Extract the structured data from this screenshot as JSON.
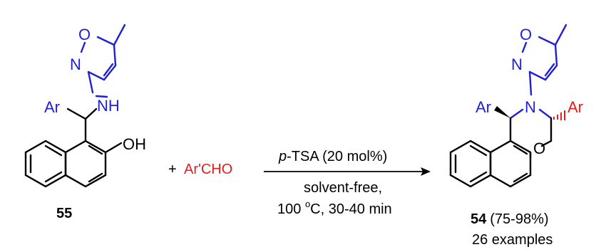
{
  "reactant": {
    "label": "55",
    "atoms": {
      "o": "O",
      "n": "N",
      "nh": "NH",
      "ar": "Ar",
      "oh": "OH"
    }
  },
  "reagent": {
    "plus": "+",
    "name": "Ar'CHO",
    "color": "#e0201a"
  },
  "conditions": {
    "catalyst_italic": "p",
    "catalyst_rest": "-TSA (20 mol%)",
    "line2": "solvent-free,",
    "temp_prefix": "100 ",
    "temp_sup": "o",
    "temp_suffix": "C, 30-40 min"
  },
  "product": {
    "label": "54",
    "yield": "(75-98%)",
    "examples": "26 examples",
    "atoms": {
      "o_ring": "O",
      "n_ring": "N",
      "n": "N",
      "ar1": "Ar",
      "ar2": "Ar",
      "o": "O"
    }
  },
  "colors": {
    "blue": "#1f1fd6",
    "red": "#e0201a",
    "black": "#000000"
  }
}
